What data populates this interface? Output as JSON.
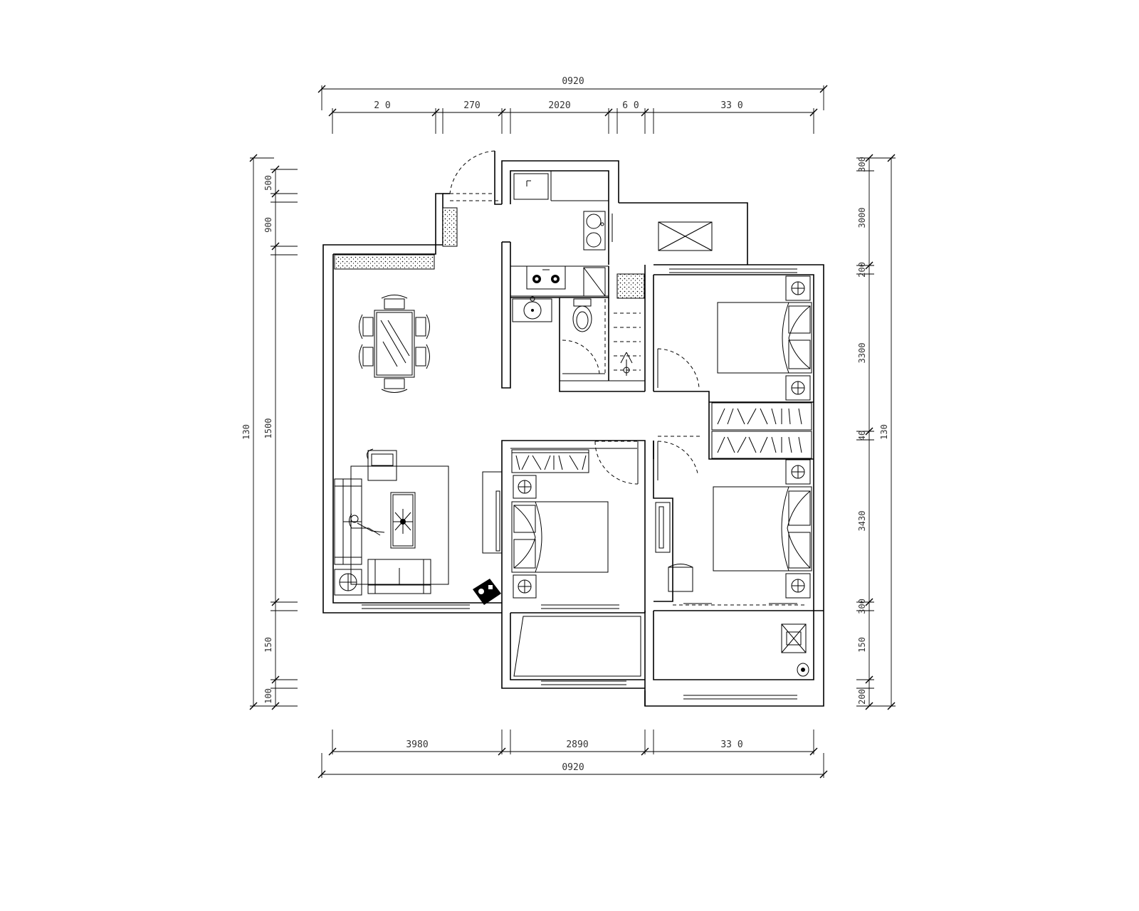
{
  "dimensions": {
    "top_overall": "0920",
    "top_segments": [
      "2 0",
      "270",
      "2020",
      "6 0",
      "33 0"
    ],
    "bottom_segments": [
      "3980",
      "2890",
      "33 0"
    ],
    "bottom_overall": "0920",
    "left_overall": "130",
    "left_segments": [
      "500",
      "900",
      "1500",
      "150",
      "100"
    ],
    "right_overall": "130",
    "right_segments": [
      "300",
      "3000",
      "200",
      "3300",
      "40",
      "3430",
      "300",
      "150",
      "200"
    ]
  }
}
